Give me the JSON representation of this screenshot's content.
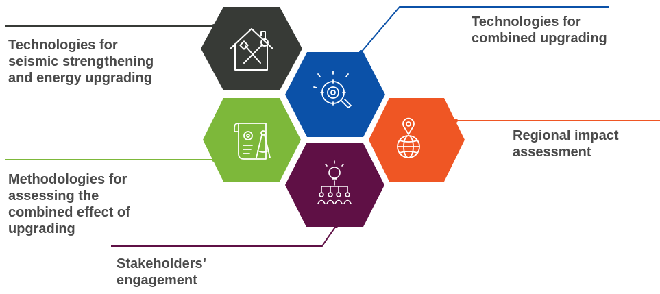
{
  "colors": {
    "seismic": "#373a36",
    "combined": "#0b51a8",
    "regional": "#ef5624",
    "methodologies": "#7db83a",
    "stakeholders": "#5f1045",
    "label_text": "#4a4a4a",
    "icon_stroke": "#ffffff"
  },
  "labels": {
    "seismic": "Technologies for\nseismic strengthening\nand energy upgrading",
    "combined": "Technologies for\ncombined upgrading",
    "regional": "Regional impact\nassessment",
    "methodologies": "Methodologies for\nassessing the\ncombined effect of\nupgrading",
    "stakeholders": "Stakeholders’\nengagement"
  },
  "icons": {
    "seismic": "house-tools-icon",
    "combined": "gear-lightbulb-icon",
    "regional": "globe-location-pin-icon",
    "methodologies": "blueprint-compass-icon",
    "stakeholders": "lightbulb-team-icon"
  }
}
